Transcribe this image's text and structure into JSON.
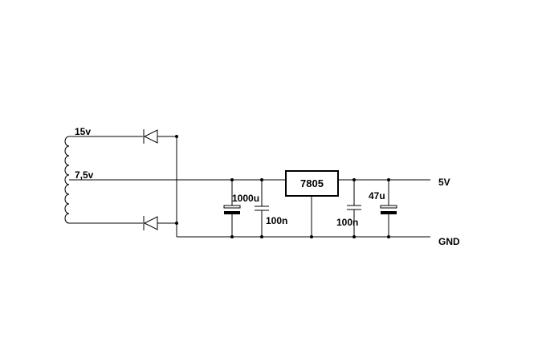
{
  "labels": {
    "tap_top": "15v",
    "tap_center": "7,5v",
    "regulator": "7805",
    "output_voltage": "5V",
    "ground": "GND",
    "cap_input_electrolytic": "1000u",
    "cap_input_ceramic": "100n",
    "cap_output_ceramic": "100n",
    "cap_output_electrolytic": "47u"
  }
}
